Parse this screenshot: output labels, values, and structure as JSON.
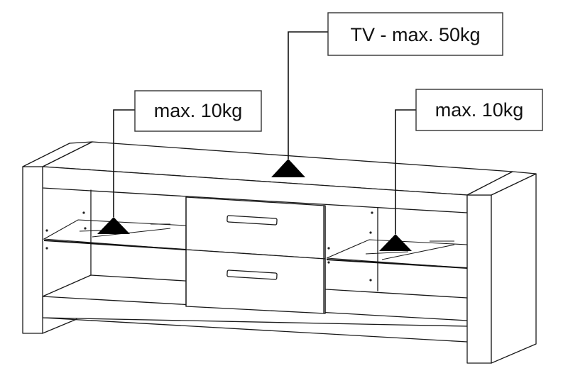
{
  "labels": {
    "tv": "TV - max. 50kg",
    "left_shelf": "max. 10kg",
    "right_shelf": "max. 10kg"
  },
  "colors": {
    "line": "#1a1a1a",
    "marker": "#000000",
    "background": "#ffffff"
  }
}
